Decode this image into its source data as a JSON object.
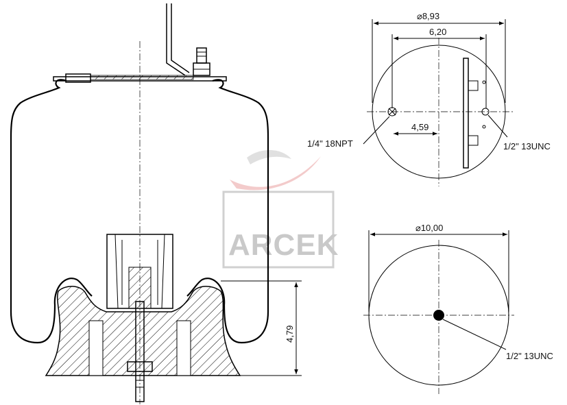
{
  "watermark": {
    "text": "ARCEK"
  },
  "side_view": {
    "height_dim": "4,79"
  },
  "top_view": {
    "outer_diameter": "8,93",
    "bolt_span": "6,20",
    "offset": "4,59",
    "left_port_label": "1/4\" 18NPT",
    "right_port_label": "1/2\" 13UNC"
  },
  "bottom_view": {
    "diameter": "10,00",
    "center_port_label": "1/2\" 13UNC"
  },
  "symbols": {
    "diameter": "⌀"
  },
  "colors": {
    "line": "#000000",
    "watermark": "#c9c9c9",
    "watermark_red": "#e06060"
  }
}
